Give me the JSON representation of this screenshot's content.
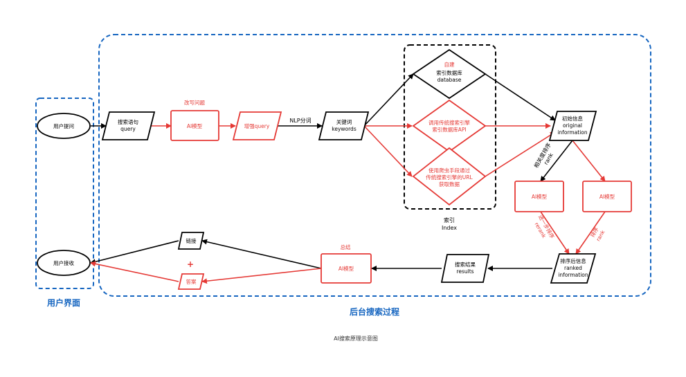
{
  "colors": {
    "accent_red": "#e53935",
    "region_blue": "#1565c0",
    "stroke_black": "#000000"
  },
  "regions": {
    "user_ui": "用户界面",
    "backend": "后台搜索过程",
    "index_title": "索引",
    "index_sub": "Index"
  },
  "nodes": {
    "user_ask": "用户提问",
    "user_receive": "用户接收",
    "search_query_cn": "搜索语句",
    "search_query_en": "query",
    "ai_model": "AI模型",
    "enhanced_query": "增强query",
    "keywords_cn": "关键词",
    "keywords_en": "keywords",
    "self_built_label": "自建",
    "index_db_cn": "索引数据库",
    "index_db_en": "database",
    "api_line1": "调用传统搜索引擎",
    "api_line2": "索引数据库API",
    "crawl_line1": "使用爬虫手段通过",
    "crawl_line2": "传统搜索引擎的URL",
    "crawl_line3": "获取数据",
    "initial_cn": "初始信息",
    "initial_en1": "original",
    "initial_en2": "information",
    "ranked_cn": "排序后信息",
    "ranked_en1": "ranked",
    "ranked_en2": "information",
    "results_cn": "搜索结果",
    "results_en": "results",
    "links": "链接",
    "answer": "答案",
    "plus": "+"
  },
  "labels": {
    "rewrite": "改写问题",
    "nlp": "NLP分词",
    "relevance_rank_cn": "相关度排序",
    "relevance_rank_en": "rank",
    "rerank_cn": "进一步排序",
    "rerank_en": "rerank",
    "rank_cn": "排序",
    "rank_en": "rank",
    "summary": "总结"
  },
  "caption": "AI搜索原理示意图"
}
